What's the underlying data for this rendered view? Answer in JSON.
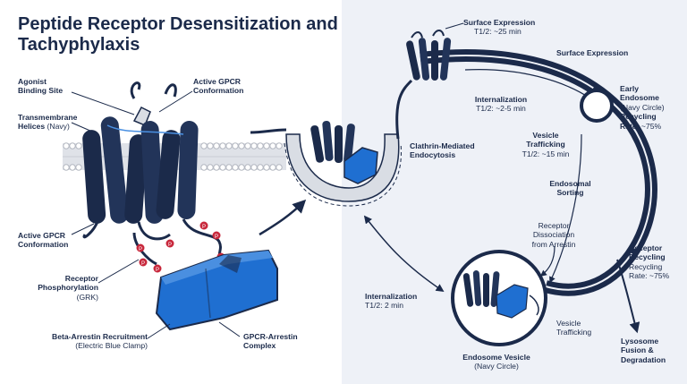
{
  "title": "Peptide Receptor Desensitization and Tachyphylaxis",
  "colors": {
    "navy": "#1b2a4a",
    "electric_blue": "#1f6fd1",
    "phospho_red": "#c8283c",
    "panel_bg": "#eef1f7",
    "membrane": "#c9ccd3"
  },
  "labels": {
    "agonist": {
      "line1": "Agonist",
      "line2": "Binding Site"
    },
    "active_conf_top": {
      "line1": "Active GPCR",
      "line2": "Conformation"
    },
    "transmembrane": {
      "bold": "Transmembrane",
      "bold2": "Helices",
      "normal": " (Navy)"
    },
    "active_conf_left": {
      "line1": "Active GPCR",
      "line2": "Conformation"
    },
    "phosphorylation": {
      "line1": "Receptor",
      "line2": "Phosphorylation",
      "sub": "(GRK)"
    },
    "arrestin_recruit": {
      "bold": "Beta-Arrestin Recruitment",
      "sub": "(Electric Blue Clamp)"
    },
    "complex": {
      "line1": "GPCR-Arrestin",
      "line2": "Complex"
    },
    "phospho_mark": "P",
    "clathrin": {
      "line1": "Clathrin-Mediated",
      "line2": "Endocytosis"
    },
    "surface_top": {
      "bold": "Surface Expression",
      "sub": "T1/2: ~25 min"
    },
    "surface_arc": "Surface Expression",
    "intern_top": {
      "bold": "Internalization",
      "sub": "T1/2: ~2-5 min"
    },
    "early_endosome": {
      "line1": "Early",
      "line2": "Endosome",
      "sub": "(Navy Circle)",
      "rate_bold": "Recycling",
      "rate": "Rate: ~75%",
      "rate_prefix": "Rate:",
      "rate_value": "~75%"
    },
    "vesicle_trafficking": {
      "bold": "Vesicle",
      "bold2": "Trafficking",
      "sub": "T1/2: ~15 min"
    },
    "endosomal_sorting": {
      "line1": "Endosomal",
      "line2": "Sorting"
    },
    "dissociation": {
      "line1": "Receptor",
      "line2": "Dissociation",
      "line3": "from Arrestin"
    },
    "receptor_recycling": {
      "line1": "Receptor",
      "line2": "Recycling",
      "sub1": "Recycling",
      "sub2": "Rate: ~75%"
    },
    "intern_left": {
      "bold": "Internalization",
      "sub": "T1/2: 2 min"
    },
    "vesicle_traff_small": {
      "line1": "Vesicle",
      "line2": "Trafficking"
    },
    "endosome_vesicle": {
      "bold": "Endosome Vesicle",
      "sub": "(Navy Circle)"
    },
    "lysosome": {
      "line1": "Lysosome",
      "line2": "Fusion &",
      "line3": "Degradation"
    }
  }
}
